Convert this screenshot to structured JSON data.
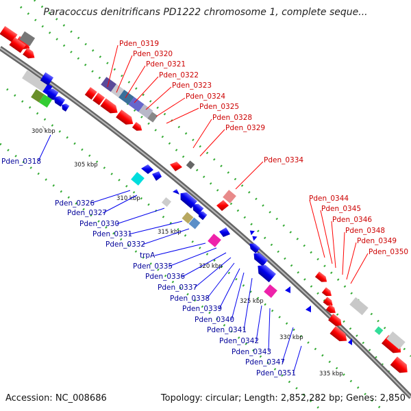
{
  "title": "Paracoccus denitrificans PD1222 chromosome 1, complete seque...",
  "footer": {
    "accession": "Accession: NC_008686",
    "summary": "Topology: circular; Length: 2,852,282 bp; Genes: 2,850"
  },
  "scale_labels": [
    "300 kbp",
    "305 kbp",
    "310 kbp",
    "315 kbp",
    "320 kbp",
    "325 kbp",
    "330 kbp",
    "335 kbp"
  ],
  "forward_genes": [
    "Pden_0319",
    "Pden_0320",
    "Pden_0321",
    "Pden_0322",
    "Pden_0323",
    "Pden_0324",
    "Pden_0325",
    "Pden_0328",
    "Pden_0329",
    "Pden_0334",
    "Pden_0344",
    "Pden_0345",
    "Pden_0346",
    "Pden_0348",
    "Pden_0349",
    "Pden_0350"
  ],
  "reverse_genes": [
    "Pden_0318",
    "Pden_0326",
    "Pden_0327",
    "Pden_0330",
    "Pden_0331",
    "Pden_0332",
    "trpA",
    "Pden_0335",
    "Pden_0336",
    "Pden_0337",
    "Pden_0338",
    "Pden_0339",
    "Pden_0340",
    "Pden_0341",
    "Pden_0342",
    "Pden_0343",
    "Pden_0347",
    "Pden_0351"
  ],
  "colors": {
    "forward": "#ff0000",
    "reverse": "#0000ee",
    "forward_label": "#cc0000",
    "reverse_label": "#000099",
    "backbone": "#808080"
  }
}
